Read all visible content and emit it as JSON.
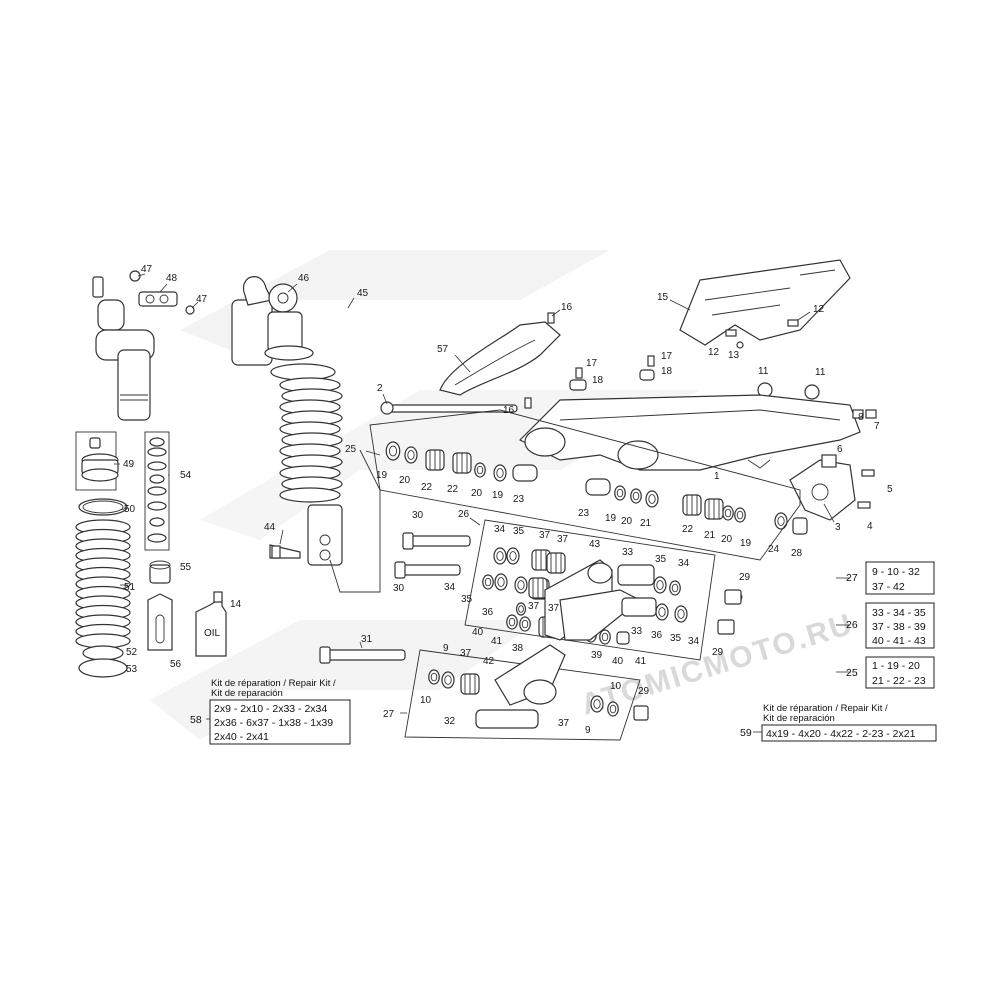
{
  "watermark": "ATOMICMOTO.RU",
  "callouts": [
    {
      "id": "47a",
      "text": "47"
    },
    {
      "id": "48",
      "text": "48"
    },
    {
      "id": "47b",
      "text": "47"
    },
    {
      "id": "46",
      "text": "46"
    },
    {
      "id": "45",
      "text": "45"
    },
    {
      "id": "16a",
      "text": "16"
    },
    {
      "id": "15",
      "text": "15"
    },
    {
      "id": "12a",
      "text": "12"
    },
    {
      "id": "12b",
      "text": "12"
    },
    {
      "id": "13",
      "text": "13"
    },
    {
      "id": "57",
      "text": "57"
    },
    {
      "id": "17a",
      "text": "17"
    },
    {
      "id": "17b",
      "text": "17"
    },
    {
      "id": "18a",
      "text": "18"
    },
    {
      "id": "18b",
      "text": "18"
    },
    {
      "id": "2",
      "text": "2"
    },
    {
      "id": "16b",
      "text": "16"
    },
    {
      "id": "11a",
      "text": "11"
    },
    {
      "id": "11b",
      "text": "11"
    },
    {
      "id": "8",
      "text": "8"
    },
    {
      "id": "7",
      "text": "7"
    },
    {
      "id": "25a",
      "text": "25"
    },
    {
      "id": "49",
      "text": "49"
    },
    {
      "id": "54",
      "text": "54"
    },
    {
      "id": "19a",
      "text": "19"
    },
    {
      "id": "20a",
      "text": "20"
    },
    {
      "id": "22a",
      "text": "22"
    },
    {
      "id": "22b",
      "text": "22"
    },
    {
      "id": "20b",
      "text": "20"
    },
    {
      "id": "19b",
      "text": "19"
    },
    {
      "id": "23a",
      "text": "23"
    },
    {
      "id": "1",
      "text": "1"
    },
    {
      "id": "6",
      "text": "6"
    },
    {
      "id": "5",
      "text": "5"
    },
    {
      "id": "50",
      "text": "50"
    },
    {
      "id": "23b",
      "text": "23"
    },
    {
      "id": "19c",
      "text": "19"
    },
    {
      "id": "20c",
      "text": "20"
    },
    {
      "id": "21a",
      "text": "21"
    },
    {
      "id": "22c",
      "text": "22"
    },
    {
      "id": "21b",
      "text": "21"
    },
    {
      "id": "20d",
      "text": "20"
    },
    {
      "id": "19d",
      "text": "19"
    },
    {
      "id": "4",
      "text": "4"
    },
    {
      "id": "3",
      "text": "3"
    },
    {
      "id": "44",
      "text": "44"
    },
    {
      "id": "30a",
      "text": "30"
    },
    {
      "id": "26a",
      "text": "26"
    },
    {
      "id": "34a",
      "text": "34"
    },
    {
      "id": "35a",
      "text": "35"
    },
    {
      "id": "37a",
      "text": "37"
    },
    {
      "id": "37b",
      "text": "37"
    },
    {
      "id": "43",
      "text": "43"
    },
    {
      "id": "24",
      "text": "24"
    },
    {
      "id": "28",
      "text": "28"
    },
    {
      "id": "55",
      "text": "55"
    },
    {
      "id": "33a",
      "text": "33"
    },
    {
      "id": "35b",
      "text": "35"
    },
    {
      "id": "34b",
      "text": "34"
    },
    {
      "id": "51",
      "text": "51"
    },
    {
      "id": "30b",
      "text": "30"
    },
    {
      "id": "34c",
      "text": "34"
    },
    {
      "id": "35c",
      "text": "35"
    },
    {
      "id": "36a",
      "text": "36"
    },
    {
      "id": "37c",
      "text": "37"
    },
    {
      "id": "37d",
      "text": "37"
    },
    {
      "id": "29a",
      "text": "29"
    },
    {
      "id": "14",
      "text": "14"
    },
    {
      "id": "40a",
      "text": "40"
    },
    {
      "id": "41a",
      "text": "41"
    },
    {
      "id": "33b",
      "text": "33"
    },
    {
      "id": "36b",
      "text": "36"
    },
    {
      "id": "35d",
      "text": "35"
    },
    {
      "id": "34d",
      "text": "34"
    },
    {
      "id": "29b",
      "text": "29"
    },
    {
      "id": "38",
      "text": "38"
    },
    {
      "id": "39",
      "text": "39"
    },
    {
      "id": "40b",
      "text": "40"
    },
    {
      "id": "41b",
      "text": "41"
    },
    {
      "id": "31",
      "text": "31"
    },
    {
      "id": "52",
      "text": "52"
    },
    {
      "id": "56",
      "text": "56"
    },
    {
      "id": "9a",
      "text": "9"
    },
    {
      "id": "37e",
      "text": "37"
    },
    {
      "id": "42",
      "text": "42"
    },
    {
      "id": "53",
      "text": "53"
    },
    {
      "id": "10a",
      "text": "10"
    },
    {
      "id": "10b",
      "text": "10"
    },
    {
      "id": "29c",
      "text": "29"
    },
    {
      "id": "27a",
      "text": "27"
    },
    {
      "id": "32",
      "text": "32"
    },
    {
      "id": "37f",
      "text": "37"
    },
    {
      "id": "9b",
      "text": "9"
    }
  ],
  "oil_label": "OIL",
  "group_boxes": {
    "g27": {
      "label": "27",
      "lines": [
        "9 - 10 - 32",
        "37 - 42"
      ]
    },
    "g26": {
      "label": "26",
      "lines": [
        "33 - 34 - 35",
        "37 - 38 - 39",
        "40 - 41 - 43"
      ]
    },
    "g25": {
      "label": "25",
      "lines": [
        "1 - 19 - 20",
        "21 - 22 - 23"
      ]
    }
  },
  "kits": {
    "k58": {
      "number": "58",
      "title": [
        "Kit de réparation / Repair Kit /",
        "Kit de reparación"
      ],
      "lines": [
        "2x9 - 2x10 - 2x33 - 2x34",
        "2x36 - 6x37 - 1x38 - 1x39",
        "2x40 - 2x41"
      ]
    },
    "k59": {
      "number": "59",
      "title": [
        "Kit de réparation / Repair Kit /",
        "Kit de reparación"
      ],
      "lines": [
        "4x19 - 4x20 - 4x22 - 2-23 - 2x21"
      ]
    }
  }
}
